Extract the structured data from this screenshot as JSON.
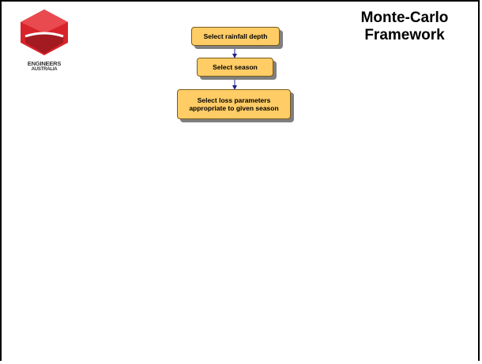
{
  "logo": {
    "line1": "ENGINEERS",
    "line2": "AUSTRALIA",
    "colors": {
      "red": "#d8232a",
      "dark_red": "#a31b20"
    }
  },
  "title": {
    "line1": "Monte-Carlo",
    "line2": "Framework"
  },
  "flowchart": {
    "box_color": "#ffcc66",
    "arrow_color": "#1f1f8f",
    "steps": [
      {
        "label": "Select rainfall depth"
      },
      {
        "label": "Select season"
      },
      {
        "label_line1": "Select loss parameters",
        "label_line2": "appropriate to given season"
      }
    ]
  }
}
